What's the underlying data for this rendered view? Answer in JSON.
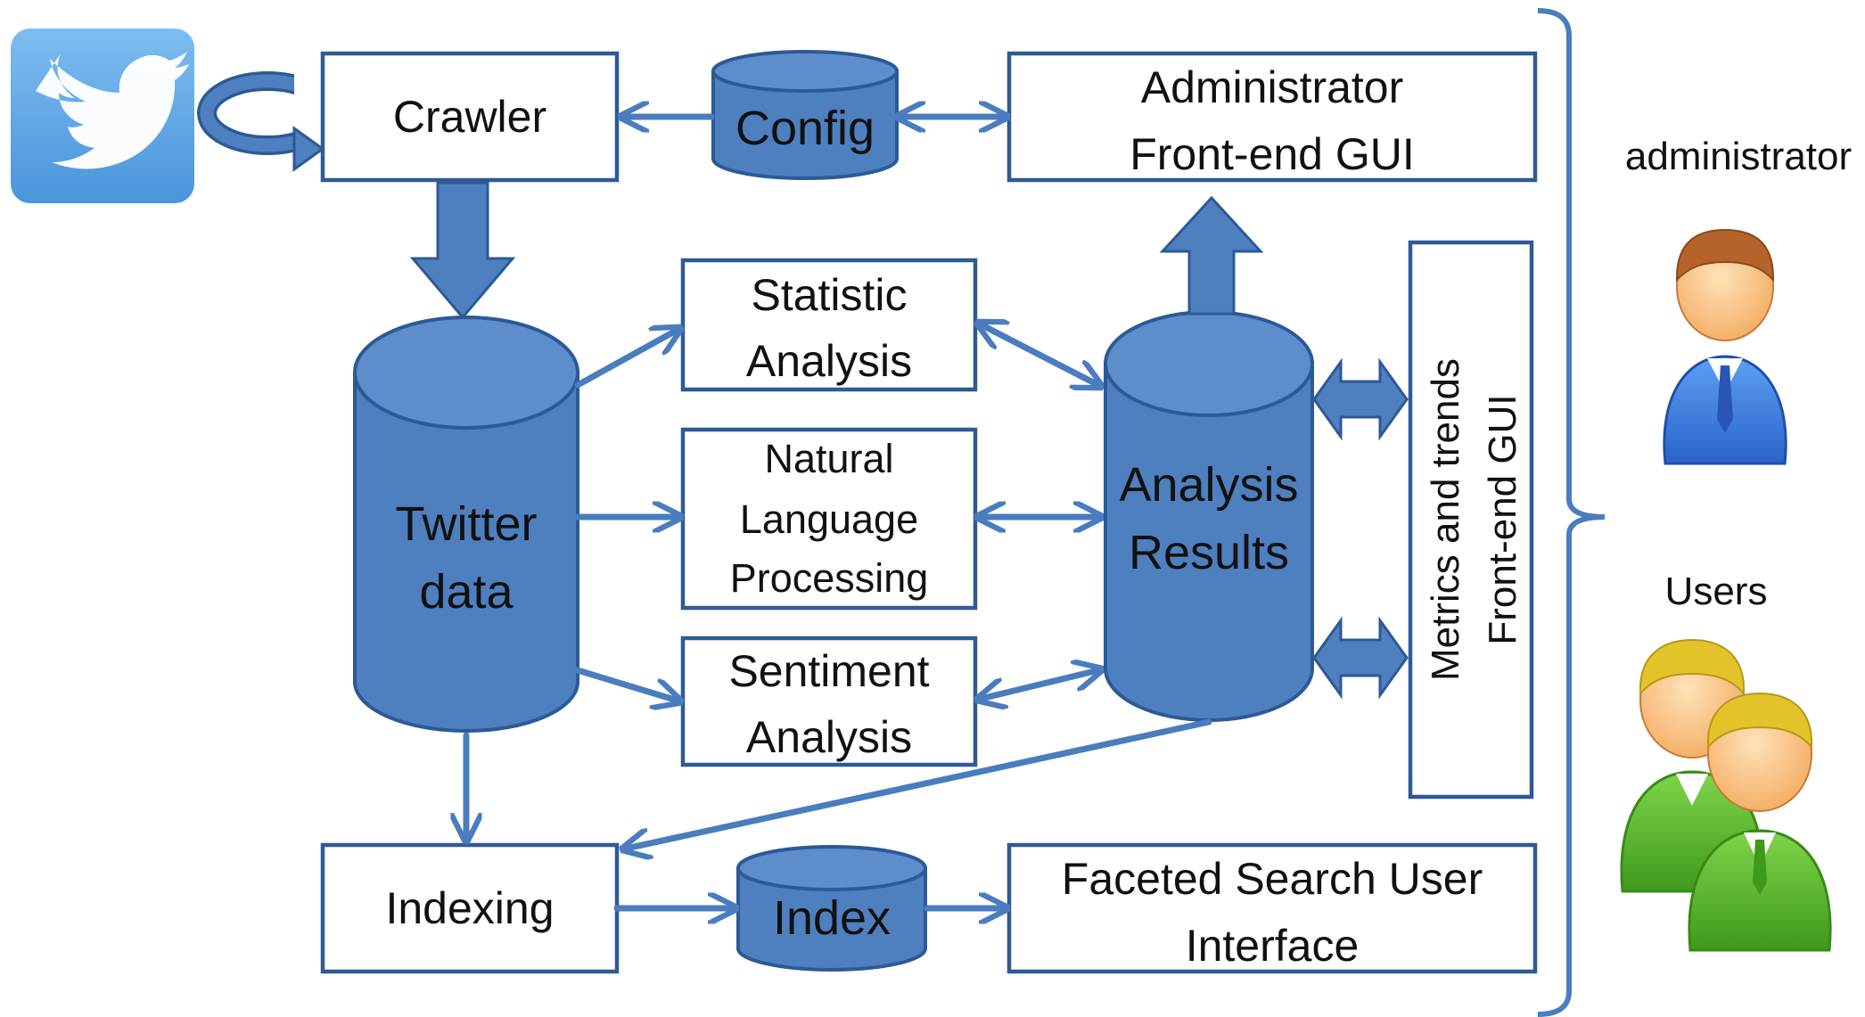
{
  "crawler": "Crawler",
  "config": "Config",
  "admin_gui": [
    "Administrator",
    "Front-end GUI"
  ],
  "statistic_analysis": [
    "Statistic",
    "Analysis"
  ],
  "nlp": [
    "Natural",
    "Language",
    "Processing"
  ],
  "sentiment_analysis": [
    "Sentiment",
    "Analysis"
  ],
  "twitter_data": [
    "Twitter",
    "data"
  ],
  "analysis_results": [
    "Analysis",
    "Results"
  ],
  "metrics_gui": [
    "Metrics and trends",
    "Front-end GUI"
  ],
  "indexing": "Indexing",
  "index": "Index",
  "faceted_search": [
    "Faceted Search User",
    "Interface"
  ],
  "roles": {
    "administrator": "administrator",
    "users": "Users"
  },
  "icons": [
    "twitter-bird-icon",
    "administrator-icon",
    "users-icon"
  ],
  "colors": {
    "accent": "#4e7fbf",
    "border": "#2f5a94",
    "twitter": "#5ba4e5",
    "admin_suit": "#3c7be0",
    "users_suit": "#5fb82e",
    "hair_brown": "#b5632a",
    "hair_blonde": "#e3c32a"
  }
}
